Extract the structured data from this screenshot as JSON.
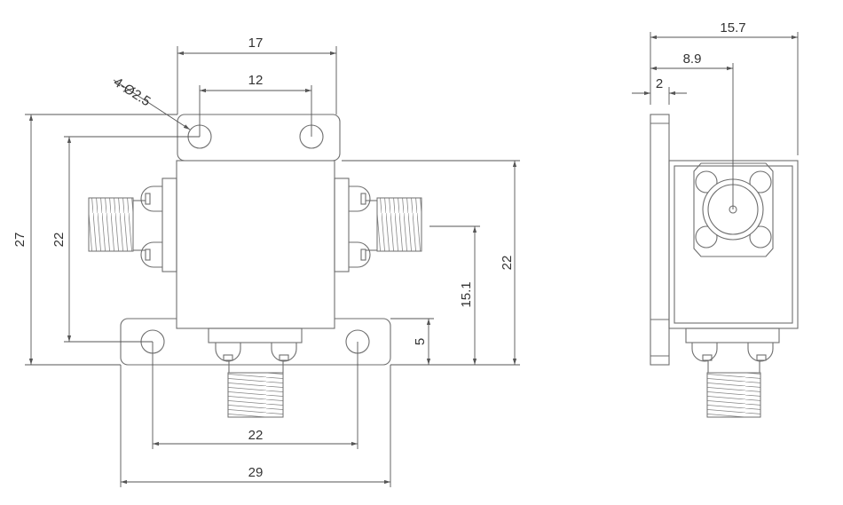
{
  "drawing": {
    "front_view": {
      "dimensions": {
        "overall_width": "17",
        "hole_spacing_top": "12",
        "hole_callout": "4-Ø2.5",
        "overall_height": "27",
        "hole_spacing_vertical": "22",
        "body_height": "22",
        "connector_height": "15.1",
        "flange_height": "5",
        "hole_spacing_bottom": "22",
        "flange_width": "29"
      }
    },
    "side_view": {
      "dimensions": {
        "overall_depth": "15.7",
        "connector_offset": "8.9",
        "flange_thickness": "2"
      }
    },
    "colors": {
      "line": "#6e6e6e",
      "text": "#333333"
    }
  }
}
